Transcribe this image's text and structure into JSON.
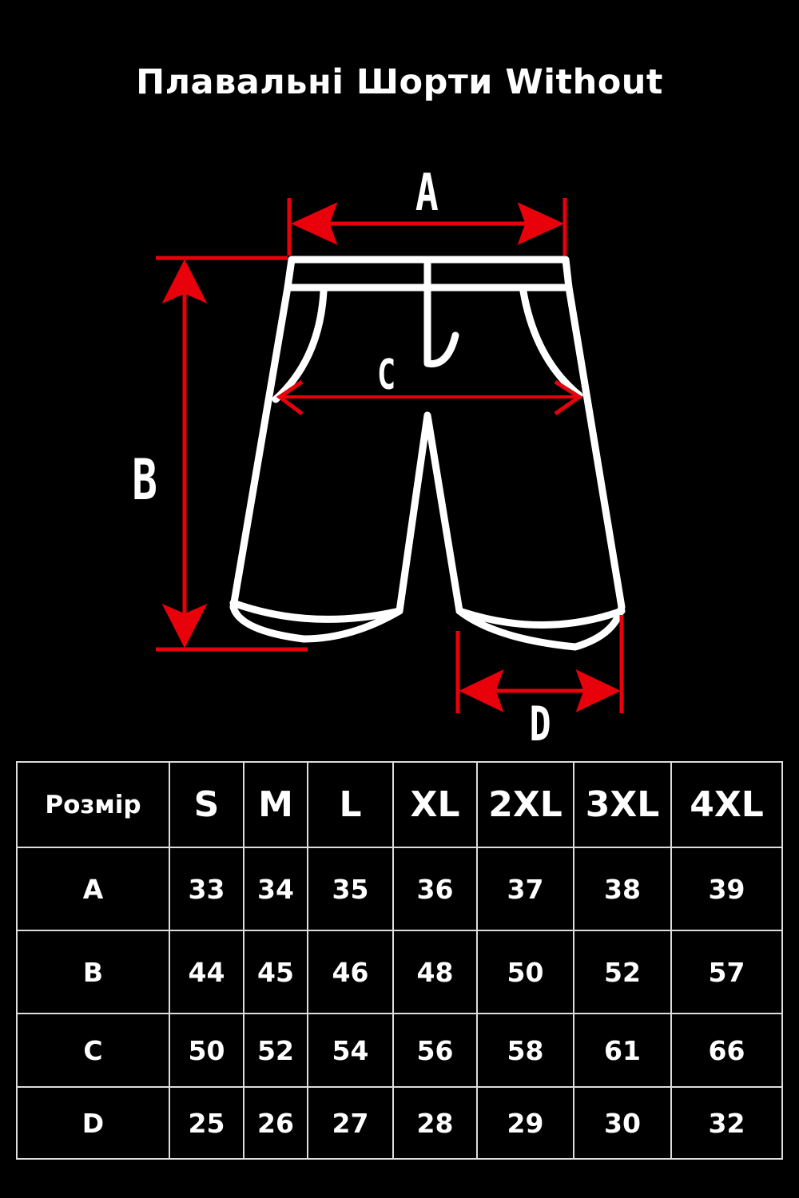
{
  "title": "Плавальні Шорти Without",
  "diagram_labels": {
    "a": "A",
    "b": "B",
    "c": "C",
    "d": "D"
  },
  "colors": {
    "background": "#000000",
    "outline": "#ffffff",
    "arrow": "#e8000b"
  },
  "table": {
    "header": [
      "Розмір",
      "S",
      "M",
      "L",
      "XL",
      "2XL",
      "3XL",
      "4XL"
    ],
    "rows": [
      [
        "A",
        "33",
        "34",
        "35",
        "36",
        "37",
        "38",
        "39"
      ],
      [
        "B",
        "44",
        "45",
        "46",
        "48",
        "50",
        "52",
        "57"
      ],
      [
        "C",
        "50",
        "52",
        "54",
        "56",
        "58",
        "61",
        "66"
      ],
      [
        "D",
        "25",
        "26",
        "27",
        "28",
        "29",
        "30",
        "32"
      ]
    ]
  }
}
